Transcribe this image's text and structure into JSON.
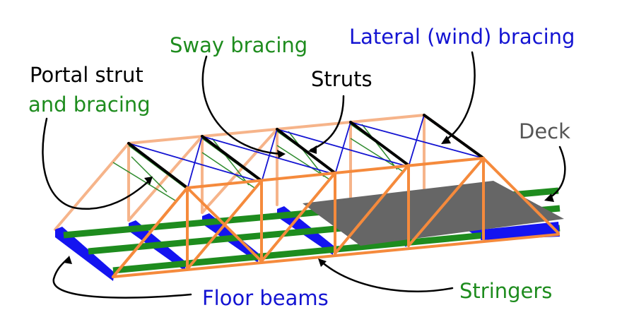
{
  "labels": {
    "sway_bracing": "Sway bracing",
    "lateral_bracing": "Lateral (wind) bracing",
    "portal_strut_line1": "Portal strut",
    "portal_strut_line2": "and bracing",
    "struts": "Struts",
    "deck": "Deck",
    "floor_beams": "Floor beams",
    "stringers": "Stringers"
  },
  "colors": {
    "floor_beam": "#1414f0",
    "stringer": "#1e8c1e",
    "far_truss": "#f6b48a",
    "near_truss": "#f58a3c",
    "lateral_bracing": "#1414d2",
    "sway_bracing": "#2e8b2e",
    "strut": "#000000",
    "deck": "#666666",
    "label_black": "#000000",
    "label_green": "#1e8c1e",
    "label_blue": "#1414d2",
    "label_gray": "#555555"
  }
}
